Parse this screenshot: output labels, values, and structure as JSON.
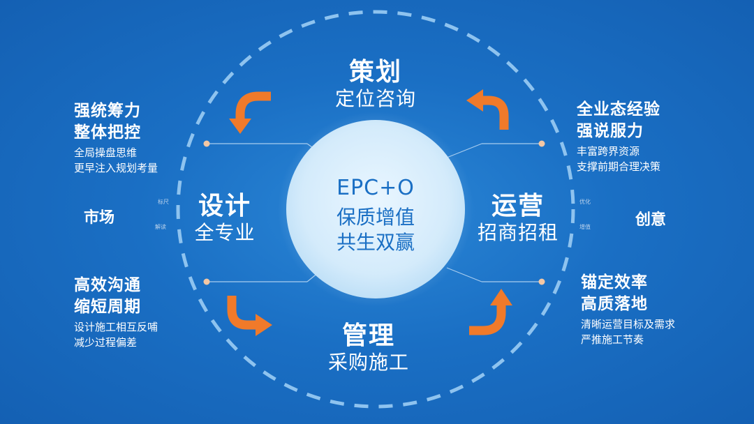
{
  "center": {
    "line1": "EPC+O",
    "line2": "保质增值",
    "line3": "共生双赢"
  },
  "quadrants": {
    "top": {
      "title": "策划",
      "subtitle": "定位咨询"
    },
    "left": {
      "title": "设计",
      "subtitle": "全专业"
    },
    "right": {
      "title": "运营",
      "subtitle": "招商招租"
    },
    "bottom": {
      "title": "管理",
      "subtitle": "采购施工"
    }
  },
  "callouts": {
    "top_left": {
      "title_line1": "强统筹力",
      "title_line2": "整体把控",
      "body_line1": "全局操盘思维",
      "body_line2": "更早注入规划考量"
    },
    "bottom_left": {
      "title_line1": "高效沟通",
      "title_line2": "缩短周期",
      "body_line1": "设计施工相互反哺",
      "body_line2": "减少过程偏差"
    },
    "top_right": {
      "title_line1": "全业态经验",
      "title_line2": "强说服力",
      "body_line1": "丰富跨界资源",
      "body_line2": "支撑前期合理决策"
    },
    "bottom_right": {
      "title_line1": "锚定效率",
      "title_line2": "高质落地",
      "body_line1": "清晰运营目标及需求",
      "body_line2": "严推施工节奏"
    }
  },
  "side_labels": {
    "left": "市场",
    "right": "创意"
  },
  "small_labels": {
    "left_top": "标尺",
    "left_bottom": "解读",
    "right_top": "优化",
    "right_bottom": "增值"
  },
  "colors": {
    "background": "#1a6fc4",
    "center_fill": "#dff0fc",
    "arrow": "#f07a2a",
    "dashed_ring": "#8ec3ef",
    "text": "#ffffff",
    "center_text": "#1a6fc4"
  }
}
